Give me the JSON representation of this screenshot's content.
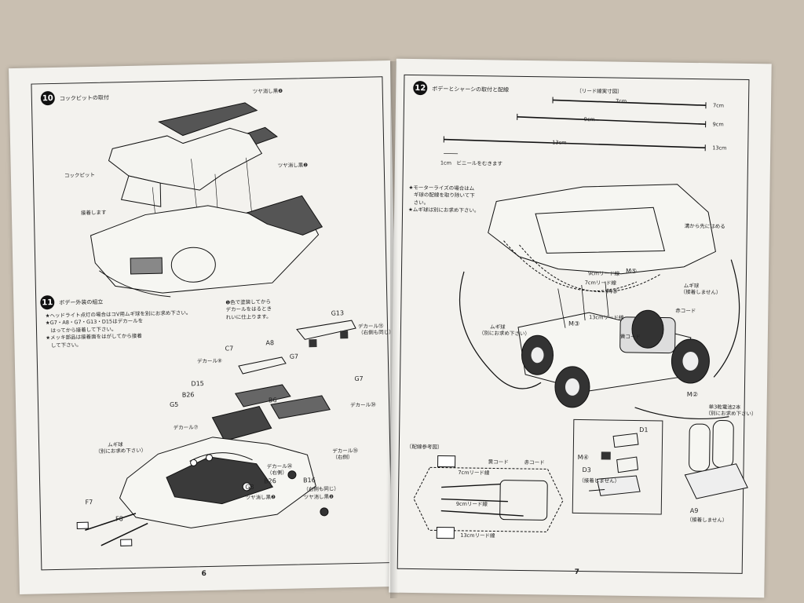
{
  "page_left": {
    "number": "6",
    "step10": {
      "num": "10",
      "title": "コックピットの取付",
      "labels": {
        "tsuya1": "ツヤ消し黒❷",
        "tsuya2": "ツヤ消し黒❷",
        "cockpit": "コックピット",
        "secchaku": "接着します"
      }
    },
    "step11": {
      "num": "11",
      "title": "ボデー外装の組立",
      "notes": [
        "★ヘッドライト点灯の場合はコV用ムギ球を別にお求め下さい。",
        "★G7・A8・G7・G13・D15はデカールを",
        "　はってから接着して下さい。",
        "★メッキ部品は接着面をはがしてから接着",
        "　して下さい。"
      ],
      "callout": [
        "❶色で塗装してから",
        "デカールをはるとき",
        "れいに仕上ります。"
      ],
      "labels": {
        "g13": "G13",
        "decal_r": "デカール⑮",
        "decal_r2": "（右側も同じ）",
        "a8": "A8",
        "c7": "C7",
        "g7a": "G7",
        "g7b": "G7",
        "decal8": "デカール⑧",
        "d15": "D15",
        "b26a": "B26",
        "b6": "B6",
        "g5": "G5",
        "decal7": "デカール⑦",
        "decal34": "デカール㉞",
        "mugi": "ムギ球",
        "mugi_note": "（別にお求め下さい）",
        "f7": "F7",
        "f8": "F8",
        "g8": "G8",
        "b26b": "B26",
        "tsuya_g8": "ツヤ消し黒❷",
        "decal26": "デカール㉖",
        "decal26b": "（右側）",
        "decal35": "デカール㉟",
        "decal35b": "（右側）",
        "b16": "B16",
        "b16b": "（右側も同じ）",
        "tsuya_b16": "ツヤ消し黒❷"
      }
    }
  },
  "page_right": {
    "number": "7",
    "step12": {
      "num": "12",
      "title": "ボデーとシャーシの取付と配線",
      "lead_title": "〔リード線実寸図〕",
      "leads": [
        {
          "label": "7cm",
          "tag": "7cm"
        },
        {
          "label": "9cm",
          "tag": "9cm"
        },
        {
          "label": "13cm",
          "tag": "13cm"
        }
      ],
      "lead_note": "1cm　ビニールをむきます",
      "notes": [
        "★モーターライズの場合はム",
        "　ギ球の配線を取り除いて下",
        "　さい。",
        "★ムギ球は別にお求め下さい。"
      ],
      "labels": {
        "haru": "溝から先にはめる",
        "m5": "M⑤",
        "m9": "9cmリード線",
        "m7": "7cmリード線",
        "m3a": "M③",
        "m3b": "M③",
        "m13": "13cmリード線",
        "mugi": "ムギ球",
        "mugi_note": "（別にお求め下さい）",
        "mugi2": "ムギ球",
        "mugi2_note": "（接着しません）",
        "red": "赤コード",
        "yellow": "黄コード",
        "m2": "M②",
        "battery": "単3乾電池2本",
        "battery_note": "（別にお求め下さい）",
        "d1": "D1",
        "m4": "M④",
        "d3": "D3",
        "d3_note": "（接着しません）",
        "a9": "A9",
        "a9_note": "（接着しません）"
      },
      "ref": {
        "title": "〔配線参考図〕",
        "yellow": "黄コード",
        "red": "赤コード",
        "l7": "7cmリード線",
        "l9": "9cmリード線",
        "l13": "13cmリード線"
      }
    }
  }
}
